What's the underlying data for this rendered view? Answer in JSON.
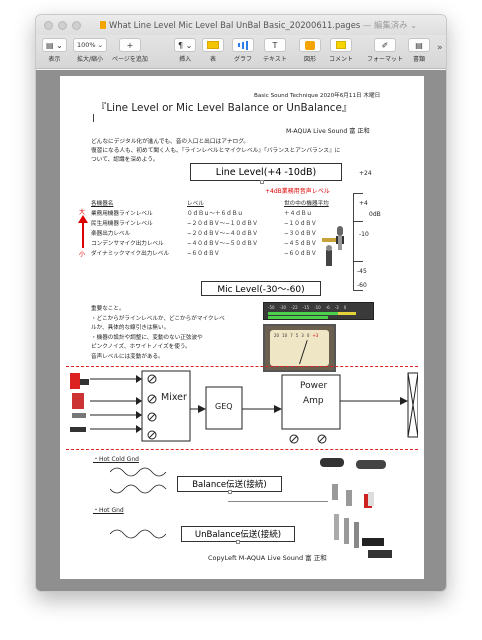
{
  "window": {
    "title": "What Line Level Mic Level Bal UnBal Basic_20200611.pages",
    "edited": "— 編集済み ⌄"
  },
  "toolbar": {
    "view": "表示",
    "zoom_value": "100% ⌄",
    "zoom": "拡大/縮小",
    "add_page": "ページを追加",
    "insert": "挿入",
    "table": "表",
    "chart": "グラフ",
    "text": "テキスト",
    "shape": "図形",
    "comment": "コメント",
    "format": "フォーマット",
    "document": "書類",
    "more": "»",
    "colors": {
      "table": "#f5c400",
      "chart": "#2b7de9",
      "shape": "#f3a400",
      "comment": "#f5d400"
    }
  },
  "doc": {
    "header_line": "Basic Sound Technique 2020年6月11日 木曜日",
    "title": "『Line Level or Mic Level Balance or UnBalance』",
    "author": "M-AQUA Live Sound 富 正和",
    "intro": [
      "どんなにデジタル化が進んでも、音の入口と出口はアナログ。",
      "復習になる人も、初めて聞く人も、『ラインレベルとマイクレベル』『バランスとアンバランス』に",
      "ついて、認識を深めよう。"
    ],
    "line_level_box": "Line Level(+4 -10dB)",
    "plus24": "+24",
    "pro_note": "+4dB業務用音声レベル",
    "table_headers": [
      "各機器名",
      "レベル",
      "世の中の機器平均"
    ],
    "table_rows": [
      [
        "業務用機器ラインレベル",
        "０ｄＢｕ〜＋６ｄＢｕ",
        "＋４ｄＢｕ"
      ],
      [
        "民生用機器ラインレベル",
        "−２０ｄＢＶ〜−１０ｄＢＶ",
        "−１０ｄＢＶ"
      ],
      [
        "楽器出力レベル",
        "−２０ｄＢＶ〜−４０ｄＢＶ",
        "−３０ｄＢＶ"
      ],
      [
        "コンデンサマイク出力レベル",
        "−４０ｄＢＶ〜−５０ｄＢＶ",
        "−４５ｄＢＶ"
      ],
      [
        "ダイナミックマイク出力レベル",
        "−６０ｄＢＶ",
        "−６０ｄＢＶ"
      ]
    ],
    "big": "大",
    "small": "小",
    "scale_right": [
      "+4",
      "0dB",
      "-10",
      "-45",
      "-60"
    ],
    "mic_level_box": "Mic Level(-30〜-60)",
    "notes": [
      "重要なこと。",
      "・どこからがラインレベルか、どこからがマイクレベ",
      "ルか、具体的な線引きは無い。",
      "・機器の設計や調整に、変動のない正弦波や",
      "ピンクノイズ、ホワイトノイズを使う。",
      "音声レベルには変動がある。"
    ],
    "meter_ticks": [
      "-50",
      "-30",
      "-22",
      "-15",
      "-10",
      "-6",
      "-3",
      "0"
    ],
    "vu_scale": [
      "20",
      "10",
      "7",
      "5",
      "3",
      "0",
      "+3"
    ],
    "mixer": "Mixer",
    "geq": "GEQ",
    "power_amp": [
      "Power",
      "Amp"
    ],
    "hot_cold_gnd": "・Hot Cold Gnd",
    "balance_box": "Balance伝送(接続)",
    "hot_gnd": "・Hot Gnd",
    "unbalance_box": "UnBalance伝送(接続)",
    "footer": "CopyLeft M-AQUA Live Sound 富 正和"
  }
}
